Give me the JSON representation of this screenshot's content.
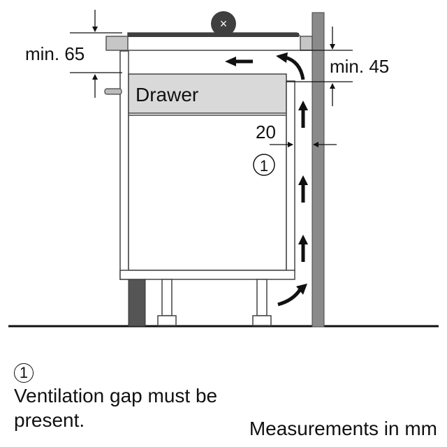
{
  "drawer_label": "Drawer",
  "dim_top": "min. 65",
  "dim_right": "min. 45",
  "dim_gap": "20",
  "marker": "1",
  "note_marker": "1",
  "note_text": "Ventilation gap must be present.",
  "units_text": "Measurements in mm",
  "close_symbol": "×",
  "colors": {
    "line": "#111111",
    "wall": "#8a8a8a",
    "cabinet_fill": "#ffffff",
    "drawer_fill": "#d9d9d9",
    "counter_fill": "#c6c6c6",
    "cooktop_fill": "#3f3f3f"
  },
  "icons": [
    "close-icon",
    "airflow-arrow-icon",
    "circled-number-icon"
  ]
}
